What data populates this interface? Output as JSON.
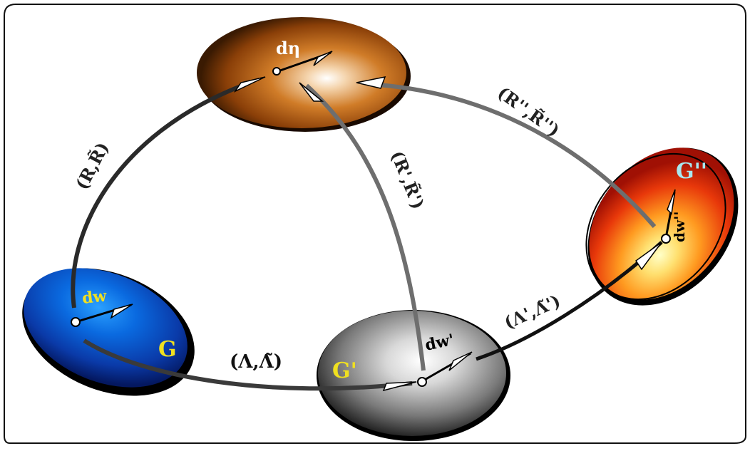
{
  "labels": {
    "top_vector": "dη",
    "g_blue": "G",
    "g_blue_vector": "dw",
    "g_gray": "G'",
    "g_gray_vector": "dw'",
    "g_red": "G''",
    "g_red_vector": "dw''"
  },
  "arrow_labels": {
    "blue_to_top": "(R,R̃)",
    "gray_to_top": "(R',R̃')",
    "red_to_top": "(R'',R̃'')",
    "blue_to_gray": "(Λ,Λ̃)",
    "gray_to_red": "(Λ',Λ̃')"
  },
  "colors": {
    "top_blob": "#b85a10",
    "blue_blob": "#0a3fb8",
    "gray_blob": "#9a9a9a",
    "red_blob": "#e8300a",
    "label_yellow": "#f0e020",
    "label_cyan": "#a8e8f0",
    "curve_dark": "#2a2a2a",
    "curve_gray": "#6e6e6e"
  }
}
